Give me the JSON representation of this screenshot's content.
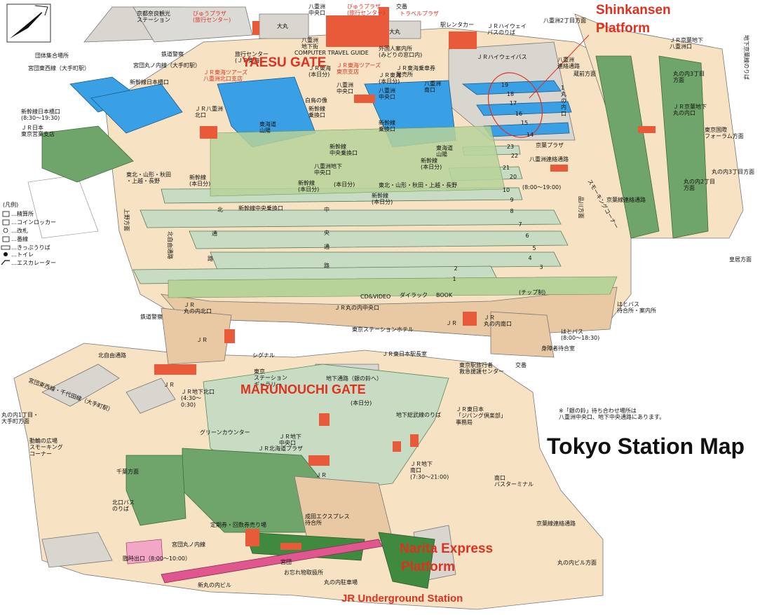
{
  "title": "Tokyo Station Map",
  "overlays": {
    "yaesu_gate": "YAESU GATE",
    "marunouchi_gate": "MARUNOUCHI GATE",
    "shinkansen_platform_1": "Shinkansen",
    "shinkansen_platform_2": "Platform",
    "narita_express_1": "Narita Express",
    "narita_express_2": "Platform",
    "jr_underground": "JR Underground Station"
  },
  "colors": {
    "concourse_beige": "#f7e3c4",
    "platform_gray": "#c8dcc4",
    "underground_green": "#3f8a3f",
    "shinkansen_blue": "#3aa0e6",
    "facility_red": "#e85a3a",
    "overlay_red": "#e0301e"
  },
  "legend": {
    "heading": "(凡例)",
    "items": [
      "…精算所",
      "…コインロッカー",
      "…改札",
      "…番線",
      "…きっぷうりば",
      "…トイレ",
      "…エスカレーター"
    ]
  },
  "platform_numbers": [
    "19",
    "18",
    "17",
    "16",
    "15",
    "14",
    "23",
    "22",
    "21",
    "20",
    "10",
    "9",
    "8",
    "7",
    "6",
    "5",
    "4",
    "3",
    "2",
    "1"
  ],
  "labels": {
    "north": [
      "京都奈良観光\nステーション",
      "びゅうプラザ\n(旅行センター)",
      "大丸",
      "八重洲\n中央口",
      "びゅうプラザ\n(旅行センター)",
      "交番",
      "トラベルプラザ",
      "駅レンタカー",
      "ＪＲハイウェイ\nバスのりば",
      "大丸",
      "鉄道警察",
      "ＪＲハイウェイバス",
      "旅行センター\n(ＪＲ東海)",
      "八重洲\n地下街",
      "外国人案内所\n(みどりの窓口内)",
      "COMPUTER TRAVEL GUIDE",
      "団体集合場所",
      "宮団東西線（大手町駅）",
      "宮団丸ノ内線（大手町駅）",
      "ＪＲ東海ツアーズ\n八重洲北口支店",
      "ＪＲ東海ツアーズ\n東京支店",
      "ＪＲ東海\n(本日分)",
      "ＪＲ東海\n(本日分)",
      "ＪＲ東海乗車券\n発売所",
      "新幹線日本橋口",
      "新幹線日本橋口\n(8:30〜19:30)",
      "ＪＲ日本\n東京営業支店",
      "ＪＲ八重洲\n北口",
      "白鳥の像",
      "八重洲\n中央口",
      "新幹線\n乗換口",
      "新幹線\n中央乗換口",
      "新幹線\n乗換口",
      "八重洲\n南口",
      "八重洲\n中央口",
      "東海道\n山陽",
      "東海道\n山陽",
      "東北・山形・秋田\n・上越・長野",
      "新幹線\n(本日分)",
      "新幹線\n(本日分)",
      "新幹線\n(本日分)",
      "八重洲地下\n中央口",
      "(本日分)",
      "新幹線中央乗換口",
      "東北・山形・秋田・上越・長野",
      "新幹線\n(本日分)",
      "京葉プラザ",
      "八重洲2丁目方面",
      "ＪＲ京葉地下\n八重洲口",
      "八重洲\n連絡通路",
      "丸の内3丁目\n方面",
      "1\n丸\nの\n内\n口",
      "ＪＲ京葉地下\n丸の内口",
      "地下京葉線のりば",
      "東京国際\nフォーラム方面",
      "丸の内3丁目方面",
      "丸の内2丁目\n方面",
      "八重洲連絡通路",
      "(8:00〜19:00)",
      "京葉線連絡通路",
      "スモーキングコーナー",
      "品川方面",
      "上野方面",
      "北自由通路",
      "皇居方面",
      "蔵前方面"
    ],
    "middle": [
      "北",
      "通",
      "路",
      "中",
      "央",
      "通",
      "路",
      "鉄道警察",
      "ＪＲ\n丸の内北口",
      "ＪＲ",
      "ＪＲ丸の内中央口",
      "CD&VIDEO",
      "ダイラック",
      "BOOK",
      "(チップ制)",
      "ＪＲ",
      "ＪＲ\n丸の内南口",
      "東京ステーションホテル",
      "ＪＲ東日本駅長室",
      "はとバス\n待合所・案内所",
      "はとバス\n(8:00〜18:30)",
      "身障者待合室",
      "交番",
      "東京駅旅行者\n救急援護センター",
      "シグナル",
      "北自由通路",
      "東京\nステーション\nギャラリー",
      "地下通路（銀の鈴へ）"
    ],
    "south": [
      "宮団東西線・千代田線（大手町駅）",
      "丸の内1丁目・\n大手町方面",
      "ＪＲ",
      "ＪＲ地下北口\n(4:30〜\n0:30)",
      "(本日分)",
      "※「銀の鈴」待ち合わせ場所は\n八重洲中央口、地下中央通路にあります。",
      "動輪の広場\nスモーキング\nコーナー",
      "グリーンカウンター",
      "ＪＲ地下\n中央口",
      "ＪＲ北海道プラザ",
      "地下総武線のりば",
      "ＪＲ東日本\n「ジパング倶楽部」\n事務局",
      "千葉方面",
      "ＪＲ",
      "ＪＲ地下\n南口\n(7:30〜21:00)",
      "南口\nバスターミナル",
      "北口バス\nのりば",
      "定期券・回数券売り場",
      "成田エクスプレス\n待合所",
      "京葉線連絡通路",
      "宮団丸ノ内線",
      "臨時出口（8:00〜10:00）",
      "宮団",
      "お忘れ物取扱所",
      "丸の内駐車場",
      "新丸の内ビル",
      "丸の内ビル方面"
    ]
  }
}
